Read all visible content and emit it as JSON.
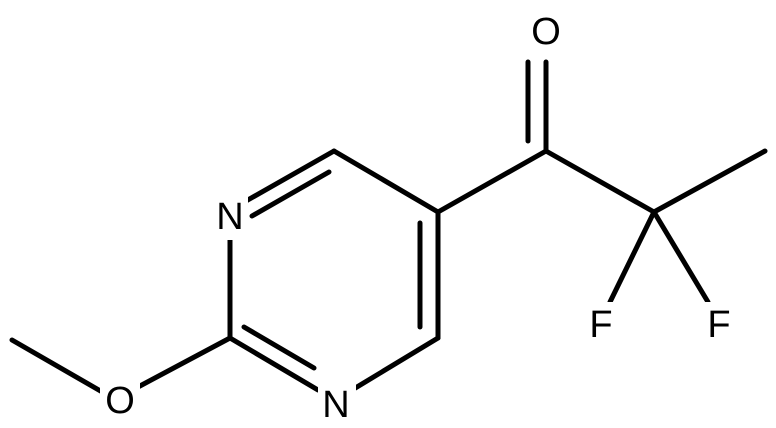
{
  "molecule": {
    "atoms": {
      "O_carbonyl": "O",
      "N_top": "N",
      "N_bottom": "N",
      "O_methoxy": "O",
      "F_left": "F",
      "F_right": "F"
    }
  },
  "colors": {
    "bond": "#000000",
    "label": "#000000",
    "background": "#ffffff"
  }
}
